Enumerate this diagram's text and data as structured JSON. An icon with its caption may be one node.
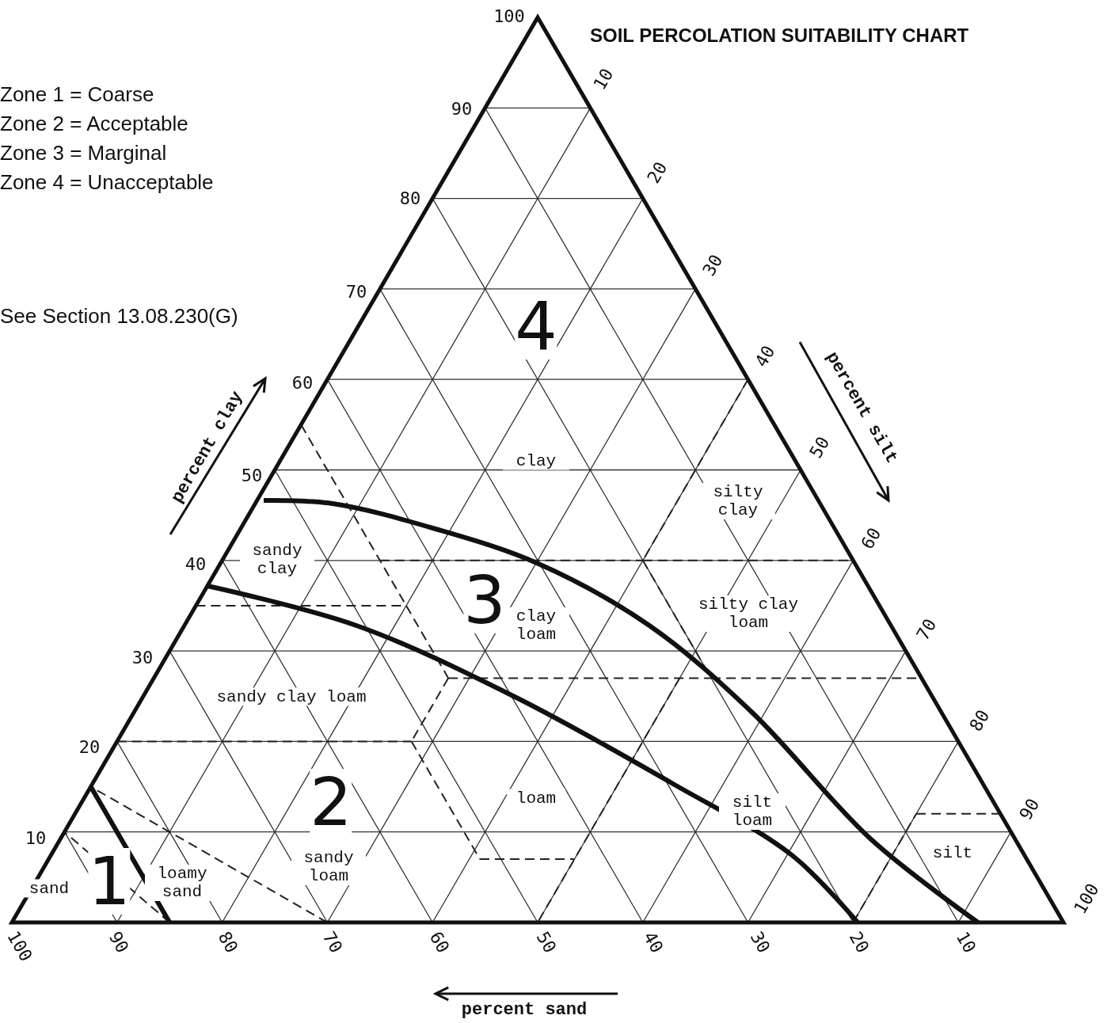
{
  "diagram": {
    "title": "SOIL PERCOLATION SUITABILITY CHART",
    "labels": [
      "Zone 1 = Coarse",
      "Zone 2 = Acceptable",
      "Zone 3 = Marginal",
      "Zone 4 = Unacceptable",
      "See Section 13.08.230(G)",
      "100",
      "90",
      "80",
      "70",
      "60",
      "50",
      "40",
      "30",
      "20",
      "10",
      "10",
      "20",
      "30",
      "40",
      "50",
      "60",
      "70",
      "80",
      "90",
      "100",
      "percent clay",
      "percent silt",
      "4",
      "clay",
      "silty clay",
      "sandy clay",
      "3",
      "clay loam",
      "silty clay loam",
      "sandy clay loam",
      "2",
      "loam",
      "silt loam",
      "silt",
      "sandy loam",
      "1",
      "loamy sand",
      "sand",
      "100",
      "90",
      "80",
      "70",
      "60",
      "50",
      "40",
      "30",
      "20",
      "10",
      "percent sand"
    ]
  }
}
